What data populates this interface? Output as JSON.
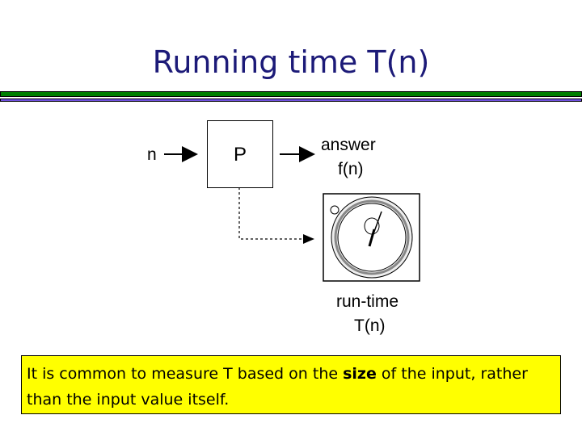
{
  "title": "Running time T(n)",
  "diagram": {
    "input": "n",
    "program": "P",
    "output_line1": "answer",
    "output_line2": "f(n)",
    "timer_line1": "run-time",
    "timer_line2": "T(n)"
  },
  "note": {
    "before": "It is common to measure T based on the ",
    "bold": "size",
    "after": " of the input, rather than the input value itself."
  }
}
